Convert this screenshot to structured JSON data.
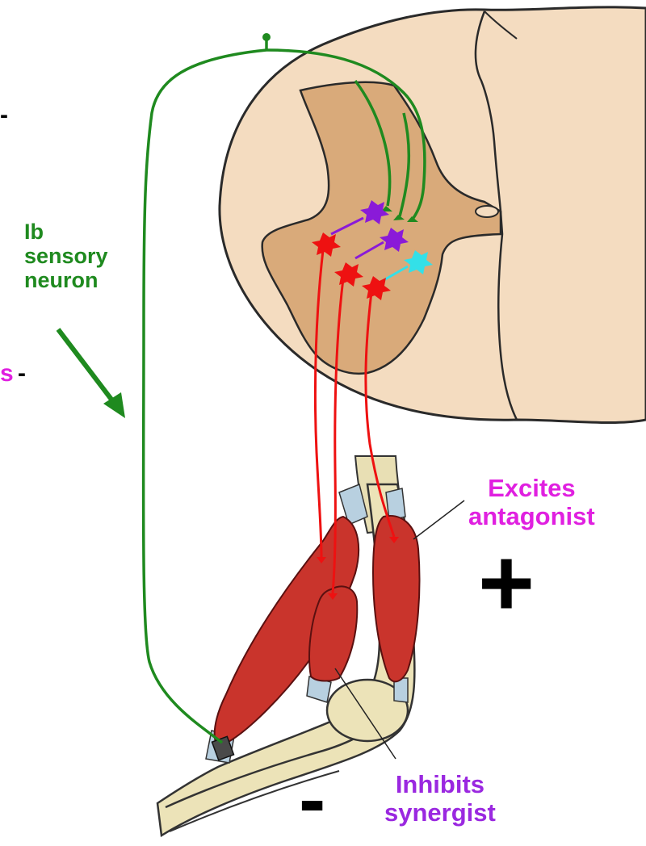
{
  "labels": {
    "sensory_neuron": [
      "Ib",
      "sensory",
      "neuron"
    ],
    "excites": [
      "Excites",
      "antagonist"
    ],
    "inhibits": [
      "Inhibits",
      "synergist"
    ],
    "plus_sign": "+",
    "minus_sign": "-",
    "cut_left_top": "-",
    "cut_left_mid_s": "s",
    "cut_left_mid_dash": "-"
  },
  "colors": {
    "sensory": "#1f8a1f",
    "excitatory_motor": "#ee1111",
    "inhibitory_interneuron": "#8a1ad8",
    "excitatory_interneuron": "#33e0e8",
    "excites_label": "#e020e0",
    "inhibits_label": "#9a28e0",
    "white_matter": "#f4dcc0",
    "grey_matter": "#d9aa7a",
    "muscle": "#c9342c",
    "bone": "#ece3b8"
  }
}
